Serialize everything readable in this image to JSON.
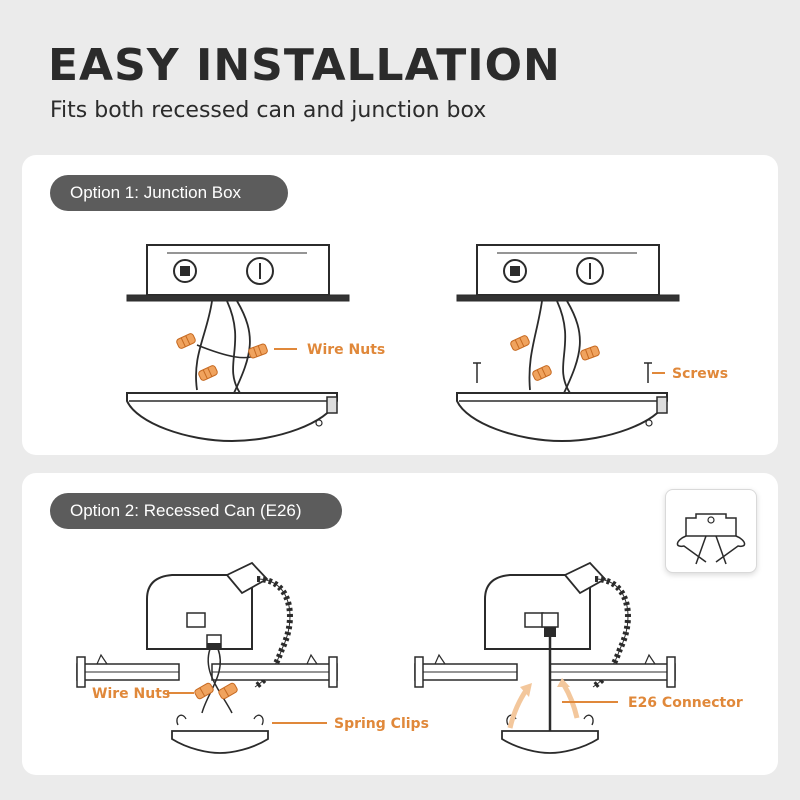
{
  "header": {
    "title": "EASY INSTALLATION",
    "subtitle": "Fits both recessed can and junction box"
  },
  "option1": {
    "label": "Option 1: Junction Box",
    "callouts": {
      "wire_nuts": "Wire Nuts",
      "screws": "Screws"
    }
  },
  "option2": {
    "label": "Option 2: Recessed Can (E26)",
    "callouts": {
      "wire_nuts": "Wire Nuts",
      "spring_clips": "Spring Clips",
      "e26_connector": "E26 Connector"
    }
  },
  "colors": {
    "accent": "#e0883a",
    "pill": "#5c5c5c",
    "line": "#2b2b2b",
    "background": "#ebebeb"
  },
  "icons": [
    "junction-box-icon",
    "wire-nut-icon",
    "screw-icon",
    "light-fixture-icon",
    "recessed-can-icon",
    "spring-clip-icon",
    "e26-socket-icon",
    "arrow-up-icon"
  ]
}
